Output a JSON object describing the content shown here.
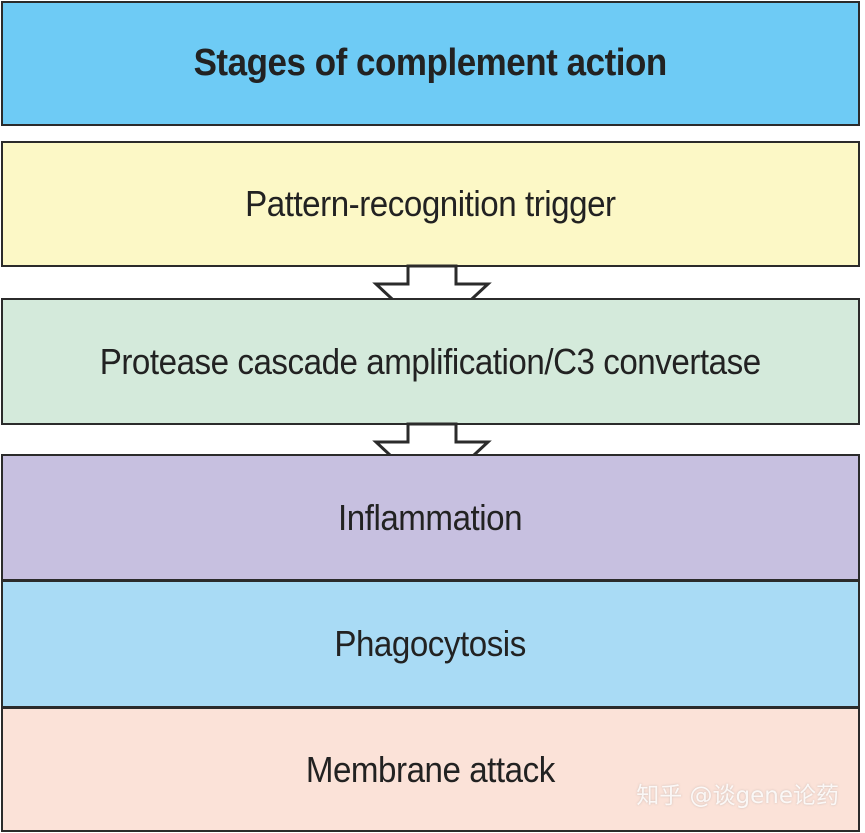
{
  "title": "Stages of complement action",
  "stages": [
    {
      "label": "Pattern-recognition trigger",
      "color": "#fcf8c6"
    },
    {
      "label": "Protease cascade amplification/C3 convertase",
      "color": "#d4eadb"
    },
    {
      "label": "Inflammation",
      "color": "#c7c0e0"
    },
    {
      "label": "Phagocytosis",
      "color": "#a9dbf5"
    },
    {
      "label": "Membrane attack",
      "color": "#fbe2d8"
    }
  ],
  "header_color": "#6ecbf5",
  "watermark": "知乎 @谈gene论药"
}
